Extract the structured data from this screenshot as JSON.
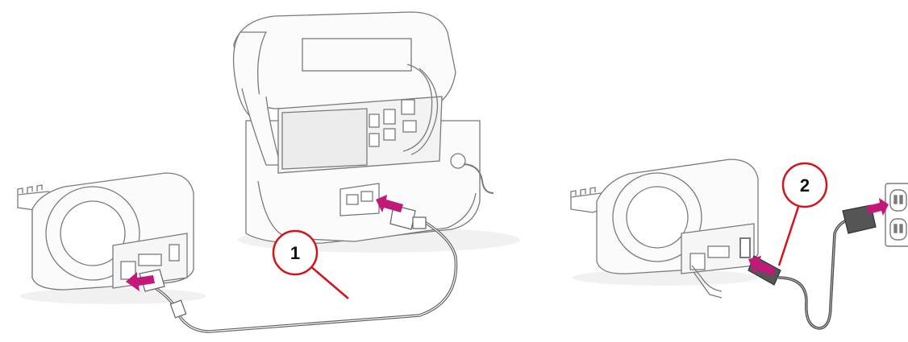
{
  "callouts": [
    {
      "label": "1"
    },
    {
      "label": "2"
    }
  ],
  "colors": {
    "callout_ring": "#d4141c",
    "arrow": "#c2187a",
    "device_line": "#7a7a7a",
    "device_fill": "#fbfbfb",
    "cable": "#6a6a6a",
    "shadow": "#e6e6e6"
  },
  "icons": [
    "usb-cable",
    "power-cable",
    "wall-outlet",
    "label-printer",
    "pos-terminal"
  ]
}
